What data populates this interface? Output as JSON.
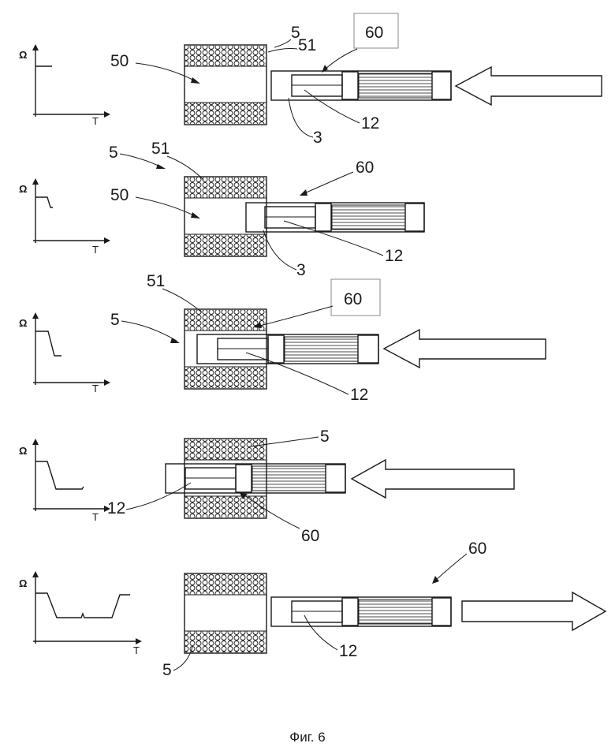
{
  "figure": {
    "caption": "Фиг. 6",
    "axis_y_label": "Ω",
    "axis_x_label": "T",
    "colors": {
      "ink": "#1a1a1a",
      "paper": "#ffffff",
      "coil": "#9a9a9a"
    },
    "panels": [
      {
        "id": "step-1",
        "arrow_direction": "left",
        "curve": "flat-high",
        "labels": {
          "coil": "5",
          "winding": "51",
          "cavity": "50",
          "device": "60",
          "tip": "3",
          "element": "12"
        }
      },
      {
        "id": "step-2",
        "arrow_direction": "none",
        "curve": "high-small-drop",
        "labels": {
          "coil": "5",
          "winding": "51",
          "cavity": "50",
          "device": "60",
          "tip": "3",
          "element": "12"
        }
      },
      {
        "id": "step-3",
        "arrow_direction": "left",
        "curve": "high-to-low",
        "labels": {
          "coil": "5",
          "winding": "51",
          "device": "60",
          "element": "12"
        }
      },
      {
        "id": "step-4",
        "arrow_direction": "left",
        "curve": "high-to-low-long",
        "labels": {
          "coil": "5",
          "device": "60",
          "element": "12"
        }
      },
      {
        "id": "step-5",
        "arrow_direction": "right",
        "curve": "high-low-high",
        "labels": {
          "coil": "5",
          "device": "60",
          "element": "12"
        }
      }
    ]
  }
}
